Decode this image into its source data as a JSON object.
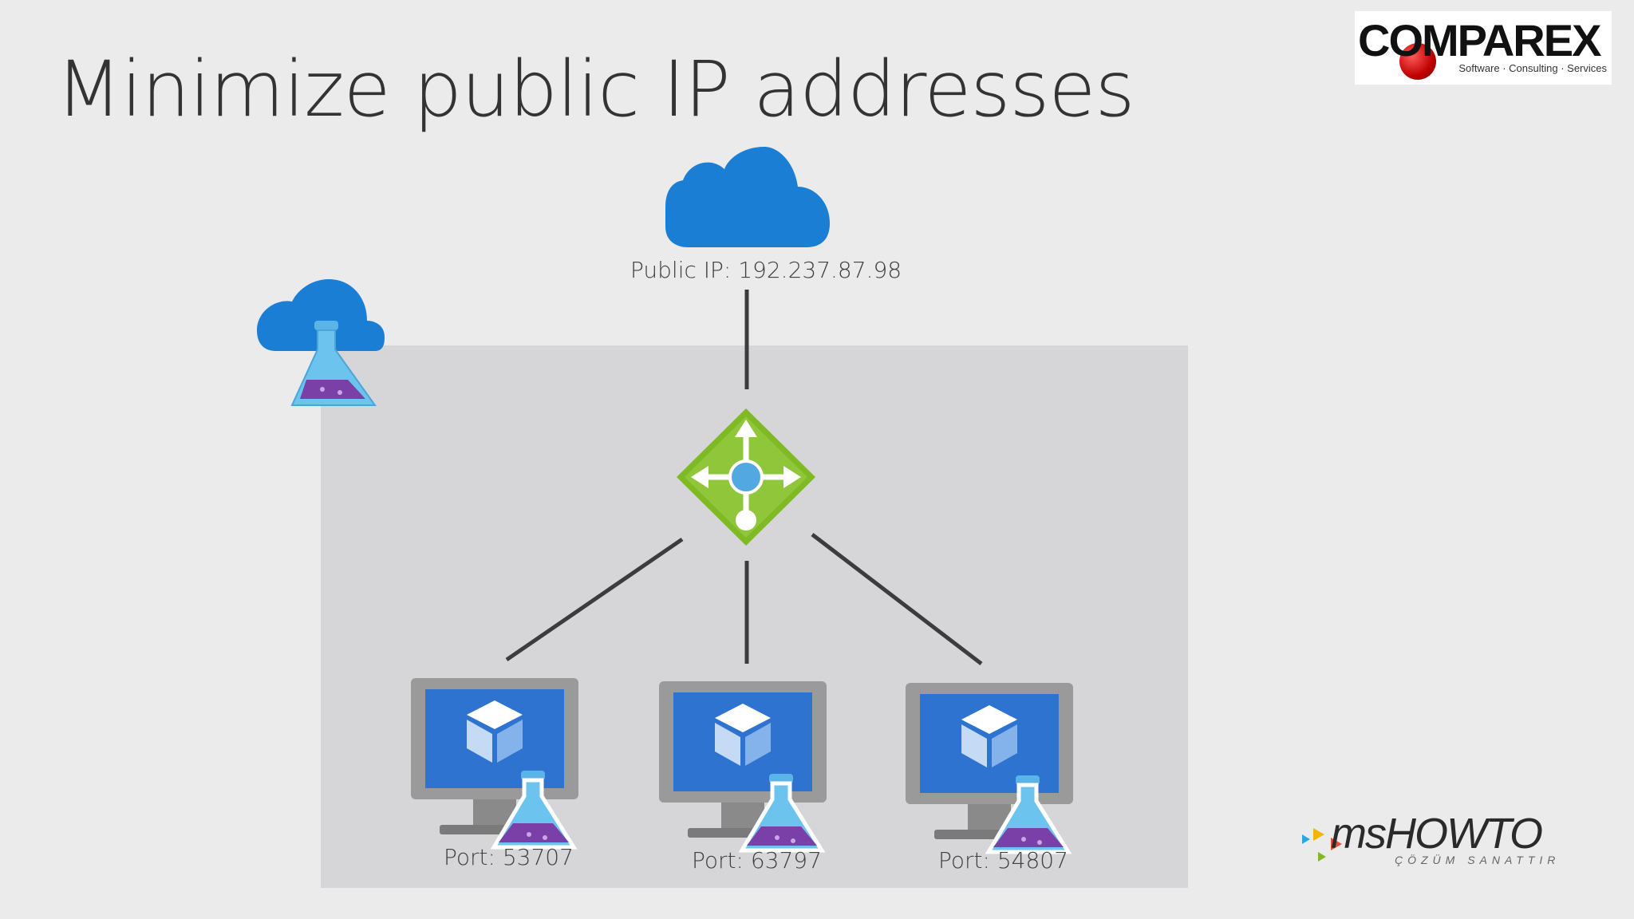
{
  "slide": {
    "title": "Minimize public IP addresses"
  },
  "diagram": {
    "public_ip_label": "Public IP: 192.237.87.98",
    "vms": [
      {
        "port_label": "Port: 53707"
      },
      {
        "port_label": "Port: 63797"
      },
      {
        "port_label": "Port: 54807"
      }
    ]
  },
  "logos": {
    "comparex": {
      "name": "COMPAREX",
      "tagline": "Software · Consulting · Services"
    },
    "mshowto": {
      "name": "msHOWTO",
      "tagline": "ÇÖZÜM SANATTIR"
    }
  },
  "colors": {
    "background": "#ebebeb",
    "lab_box": "#d6d6d8",
    "cloud_blue": "#1a7fd4",
    "load_balancer_green": "#7fba24",
    "vm_screen_blue": "#2e73d0",
    "connector": "#3c3c3c",
    "flask_liquid": "#7b3fa8"
  },
  "icons": [
    "cloud-icon",
    "devtest-lab-icon",
    "load-balancer-icon",
    "virtual-machine-icon",
    "flask-icon"
  ]
}
